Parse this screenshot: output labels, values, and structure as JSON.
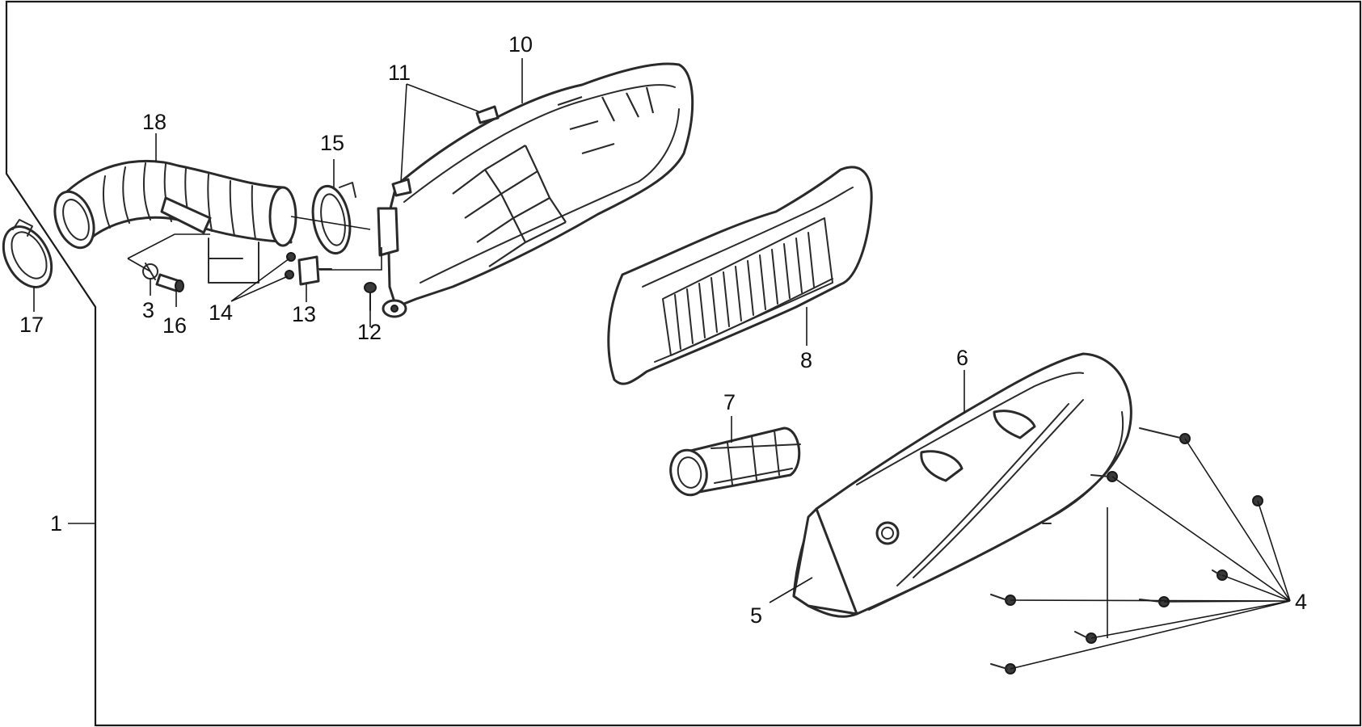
{
  "callouts": {
    "c1": "1",
    "c3": "3",
    "c4": "4",
    "c5": "5",
    "c6": "6",
    "c7": "7",
    "c8": "8",
    "c10": "10",
    "c11": "11",
    "c12": "12",
    "c13": "13",
    "c14": "14",
    "c15": "15",
    "c16": "16",
    "c17": "17",
    "c18": "18"
  }
}
